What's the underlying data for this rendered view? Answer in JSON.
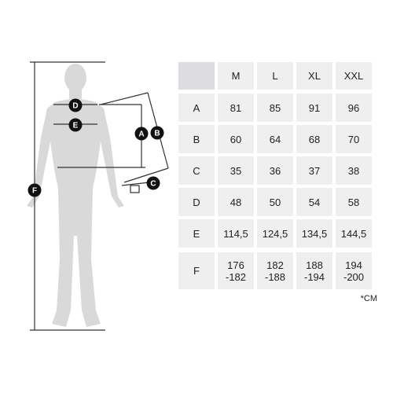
{
  "figure": {
    "markers": {
      "a": "A",
      "b": "B",
      "c": "C",
      "d": "D",
      "e": "E",
      "f": "F"
    }
  },
  "table": {
    "headers": [
      "M",
      "L",
      "XL",
      "XXL"
    ],
    "rows": [
      {
        "label": "A",
        "values": [
          [
            "81"
          ],
          [
            "85"
          ],
          [
            "91"
          ],
          [
            "96"
          ]
        ]
      },
      {
        "label": "B",
        "values": [
          [
            "60"
          ],
          [
            "64"
          ],
          [
            "68"
          ],
          [
            "70"
          ]
        ]
      },
      {
        "label": "C",
        "values": [
          [
            "35"
          ],
          [
            "36"
          ],
          [
            "37"
          ],
          [
            "38"
          ]
        ]
      },
      {
        "label": "D",
        "values": [
          [
            "48"
          ],
          [
            "50"
          ],
          [
            "54"
          ],
          [
            "58"
          ]
        ]
      },
      {
        "label": "E",
        "values": [
          [
            "114,5"
          ],
          [
            "124,5"
          ],
          [
            "134,5"
          ],
          [
            "144,5"
          ]
        ]
      },
      {
        "label": "F",
        "values": [
          [
            "176",
            "-182"
          ],
          [
            "182",
            "-188"
          ],
          [
            "188",
            "-194"
          ],
          [
            "194",
            "-200"
          ]
        ]
      }
    ]
  },
  "unit_note": "*CM"
}
